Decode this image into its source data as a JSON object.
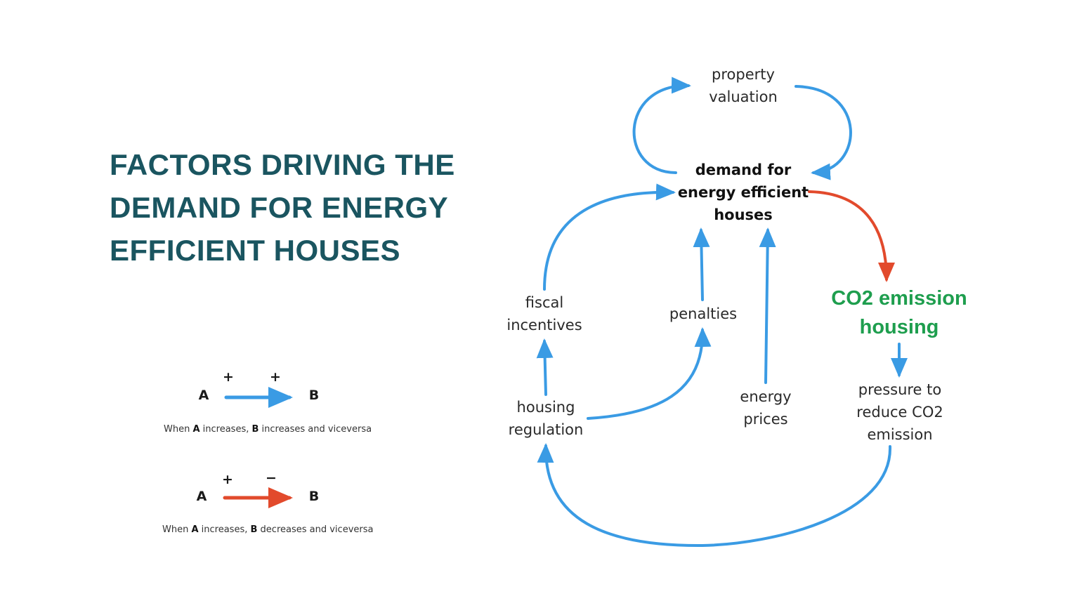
{
  "title": {
    "line1": "FACTORS DRIVING THE",
    "line2": "DEMAND FOR ENERGY",
    "line3": "EFFICIENT HOUSES"
  },
  "nodes": {
    "property_valuation": {
      "line1": "property",
      "line2": "valuation"
    },
    "demand": {
      "line1": "demand for",
      "line2": "energy efficient",
      "line3": "houses"
    },
    "fiscal_incentives": {
      "line1": "fiscal",
      "line2": "incentives"
    },
    "penalties": {
      "line1": "penalties"
    },
    "co2_housing": {
      "line1": "CO2 emission",
      "line2": "housing"
    },
    "housing_regulation": {
      "line1": "housing",
      "line2": "regulation"
    },
    "energy_prices": {
      "line1": "energy",
      "line2": "prices"
    },
    "pressure": {
      "line1": "pressure to",
      "line2": "reduce CO2",
      "line3": "emission"
    }
  },
  "legend": {
    "positive": {
      "from": "A",
      "to": "B",
      "sign_from": "+",
      "sign_to": "+",
      "caption_pre": "When ",
      "caption_a": "A",
      "caption_mid": " increases, ",
      "caption_b": "B",
      "caption_post": " increases and viceversa"
    },
    "negative": {
      "from": "A",
      "to": "B",
      "sign_from": "+",
      "sign_to": "−",
      "caption_pre": "When ",
      "caption_a": "A",
      "caption_mid": " increases, ",
      "caption_b": "B",
      "caption_post": " decreases and viceversa"
    }
  },
  "colors": {
    "positive_link": "#3a9be4",
    "negative_link": "#e24a2c",
    "title": "#1a5560",
    "highlight": "#1e9e4e"
  }
}
